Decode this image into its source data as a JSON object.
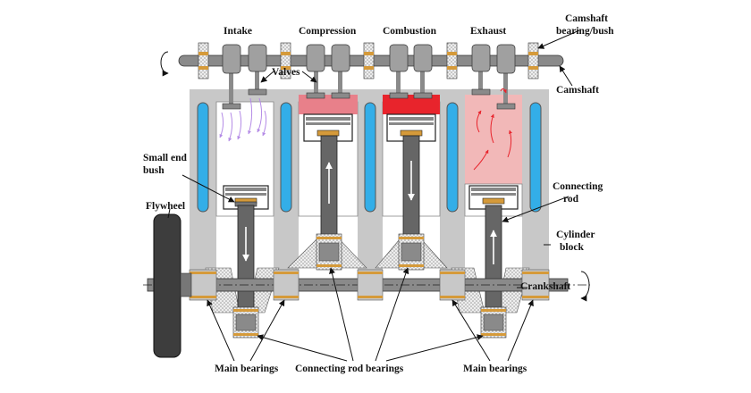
{
  "labels": {
    "intake": "Intake",
    "compression": "Compression",
    "combustion": "Combustion",
    "exhaust": "Exhaust",
    "camshaft_bearing_line1": "Camshaft",
    "camshaft_bearing_line2": "bearing/bush",
    "valves": "Valves",
    "camshaft": "Camshaft",
    "small_end_line1": "Small end",
    "small_end_line2": "bush",
    "flywheel": "Flywheel",
    "connecting_rod_line1": "Connecting",
    "connecting_rod_line2": "rod",
    "cylinder_block_line1": "Cylinder",
    "cylinder_block_line2": "block",
    "crankshaft": "Crankshaft",
    "main_bearings_left": "Main bearings",
    "connecting_rod_bearings": "Connecting rod bearings",
    "main_bearings_right": "Main bearings"
  },
  "colors": {
    "block": "#c8c8c8",
    "coolant": "#33aee8",
    "compressed_charge": "#e8808a",
    "combustion": "#e8242c",
    "exhaust_gas": "#f2b8b8",
    "intake_flow": "#b48be6",
    "bearing": "#d59a3a",
    "shaft": "#8a8a8a",
    "flywheel": "#3d3d3d"
  }
}
